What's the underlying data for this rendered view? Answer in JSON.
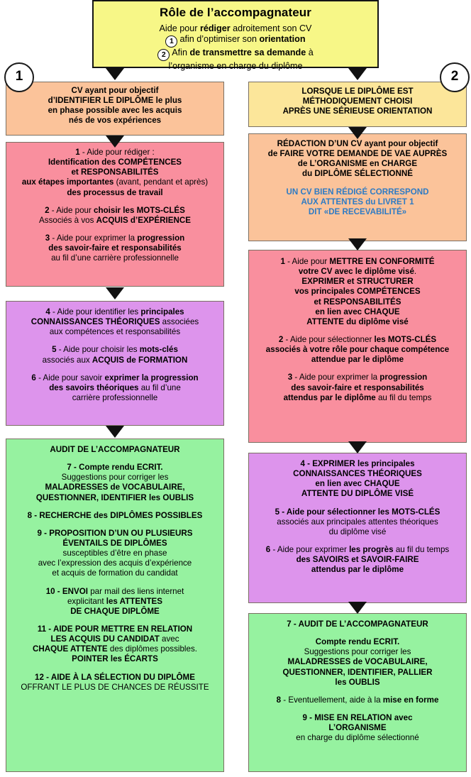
{
  "title": {
    "heading": "Rôle de l’accompagnateur",
    "line1_a": "Aide  pour ",
    "line1_b": "rédiger",
    "line1_c": " adroitement son CV",
    "badge1": "1",
    "line2_a": "afin d’optimiser son ",
    "line2_b": "orientation",
    "badge2": "2",
    "line3_a": "Afin ",
    "line3_b": "de transmettre sa demande",
    "line3_c": " à",
    "line4": "l’organisme en charge du diplôme"
  },
  "branches": {
    "left_marker": "1",
    "right_marker": "2"
  },
  "left_column": {
    "box1": {
      "color": "#fbc39a",
      "lines": [
        "CV ayant  pour objectif",
        "d’IDENTIFIER LE DIPLÔME le plus",
        "en phase possible avec les acquis",
        "nés de vos expériences"
      ]
    },
    "box2": {
      "color": "#f98f9e",
      "item1_num": "1",
      "item1_l1_reg": " - Aide  pour rédiger :",
      "item1_l2": "Identification des COMPÉTENCES",
      "item1_l3": "et RESPONSABILITÉS",
      "item1_l4_b": "aux étapes importantes",
      "item1_l4_r": " (avant, pendant et après)",
      "item1_l5": "des processus de travail",
      "item2_num": "2",
      "item2_l1_r": " - Aide pour ",
      "item2_l1_b": "choisir les MOTS-CLÉS",
      "item2_l2_r": "Associés à vos ",
      "item2_l2_b": "ACQUIS d’EXPÉRIENCE",
      "item3_num": "3",
      "item3_l1_r": " - Aide pour exprimer la ",
      "item3_l1_b": "progression",
      "item3_l2": "des savoir-faire et responsabilités",
      "item3_l3": "au fil d’une carrière professionnelle"
    },
    "box3": {
      "color": "#dd94ec",
      "item4_num": "4",
      "item4_l1_r": " - Aide pour identifier les ",
      "item4_l1_b": "principales",
      "item4_l2_b": "CONNAISSANCES THÉORIQUES",
      "item4_l2_r": " associées",
      "item4_l3": "aux compétences et responsabilités",
      "item5_num": "5",
      "item5_l1_r": " - Aide pour choisir les ",
      "item5_l1_b": "mots-clés",
      "item5_l2_r": "associés aux ",
      "item5_l2_b": "ACQUIS de FORMATION",
      "item6_num": "6",
      "item6_l1_r": " - Aide pour savoir ",
      "item6_l1_b": "exprimer la progression",
      "item6_l2_b": "des savoirs théoriques",
      "item6_l2_r": " au fil d’une",
      "item6_l3": "carrière professionnelle"
    },
    "box4": {
      "color": "#96f2a0",
      "header": "AUDIT DE L’ACCOMPAGNATEUR",
      "item7_num": "7",
      "item7_l1": " - Compte rendu ECRIT.",
      "item7_l2": "Suggestions pour corriger les",
      "item7_l3": "MALADRESSES de VOCABULAIRE,",
      "item7_l4": "QUESTIONNER, IDENTIFIER les OUBLIS",
      "item8": "8 - RECHERCHE des DIPLÔMES POSSIBLES",
      "item9_l1": "9 - PROPOSITION D’UN OU PLUSIEURS",
      "item9_l2": "ÉVENTAILS DE DIPLÔMES",
      "item9_l3": "susceptibles d’être en phase",
      "item9_l4": "avec l’expression des acquis d’expérience",
      "item9_l5": "et acquis de formation du candidat",
      "item10_num": "10 - ENVOI",
      "item10_l1_r": " par mail des liens internet",
      "item10_l2_r": "explicitant ",
      "item10_l2_b": "les ATTENTES",
      "item10_l3": "DE CHAQUE DIPLÔME",
      "item11_l1": "11 - AIDE POUR METTRE EN RELATION",
      "item11_l2_b": "LES ACQUIS DU CANDIDAT",
      "item11_l2_r": " avec",
      "item11_l3_b": "CHAQUE ATTENTE",
      "item11_l3_r": " des diplômes possibles.",
      "item11_l4": "POINTER les ÉCARTS",
      "item12_l1": "12 - AIDE À LA SÉLECTION DU DIPLÔME",
      "item12_l2": "OFFRANT LE PLUS DE CHANCES DE RÉUSSITE"
    }
  },
  "right_column": {
    "box1": {
      "color": "#fce69a",
      "lines": [
        "LORSQUE LE DIPLÔME EST",
        "MÉTHODIQUEMENT CHOISI",
        "APRÈS UNE SÉRIEUSE ORIENTATION"
      ]
    },
    "box2": {
      "color": "#fbc39a",
      "lines": [
        "RÉDACTION D’UN CV ayant  pour objectif",
        "de FAIRE VOTRE DEMANDE DE VAE AUPRÈS",
        "de L’ORGANISME en CHARGE",
        "du DIPLÔME SÉLECTIONNÉ"
      ],
      "blue_lines": [
        "UN CV BIEN RÉDIGÉ CORRESPOND",
        "AUX ATTENTES du LIVRET 1",
        "DIT «DE RECEVABILITÉ»"
      ],
      "blue_color": "#2e7bc4"
    },
    "box3": {
      "color": "#f98f9e",
      "item1_num": "1",
      "item1_l1_r": " - Aide  pour ",
      "item1_l1_b": "METTRE EN CONFORMITÉ",
      "item1_l2_b": "votre CV avec le diplôme visé",
      "item1_l2_r": ".",
      "item1_l3": "EXPRIMER et STRUCTURER",
      "item1_l4": "vos principales COMPÉTENCES",
      "item1_l5": "et RESPONSABILITÉS",
      "item1_l6": "en lien avec CHAQUE",
      "item1_l7": "ATTENTE du diplôme visé",
      "item2_num": "2",
      "item2_l1_r": " - Aide pour sélectionner ",
      "item2_l1_b": "les MOTS-CLÉS",
      "item2_l2": "associés à votre rôle pour chaque compétence",
      "item2_l3": "attendue par le  diplôme",
      "item3_num": "3",
      "item3_l1_r": " - Aide pour  exprimer la ",
      "item3_l1_b": "progression",
      "item3_l2": "des savoir-faire et responsabilités",
      "item3_l3_b": "attendus par le diplôme",
      "item3_l3_r": " au fil du temps"
    },
    "box4": {
      "color": "#dd94ec",
      "item4_l1": "4 - EXPRIMER les principales",
      "item4_l2": "CONNAISSANCES THÉORIQUES",
      "item4_l3": "en lien avec CHAQUE",
      "item4_l4": "ATTENTE DU DIPLÔME VISÉ",
      "item5_l1": "5 - Aide pour sélectionner les MOTS-CLÉS",
      "item5_l2": "associés aux principales attentes théoriques",
      "item5_l3": "du diplôme visé",
      "item6_num": "6",
      "item6_l1_r": " - Aide pour  exprimer ",
      "item6_l1_b": "les progrès",
      "item6_l1_r2": " au fil du temps",
      "item6_l2": "des SAVOIRS et SAVOIR-FAIRE",
      "item6_l3": "attendus par le diplôme"
    },
    "box5": {
      "color": "#96f2a0",
      "item7_header": "7 - AUDIT DE L’ACCOMPAGNATEUR",
      "item7_l1": "Compte rendu ECRIT.",
      "item7_l2": "Suggestions pour corriger les",
      "item7_l3": "MALADRESSES de VOCABULAIRE,",
      "item7_l4": "QUESTIONNER, IDENTIFIER, PALLIER",
      "item7_l5": "les OUBLIS",
      "item8_num": "8",
      "item8_r": " - Eventuellement, aide à la ",
      "item8_b": "mise en forme",
      "item9_l1": "9 - MISE EN RELATION avec",
      "item9_l2": "L’ORGANISME",
      "item9_l3": "en charge du diplôme sélectionné"
    }
  }
}
